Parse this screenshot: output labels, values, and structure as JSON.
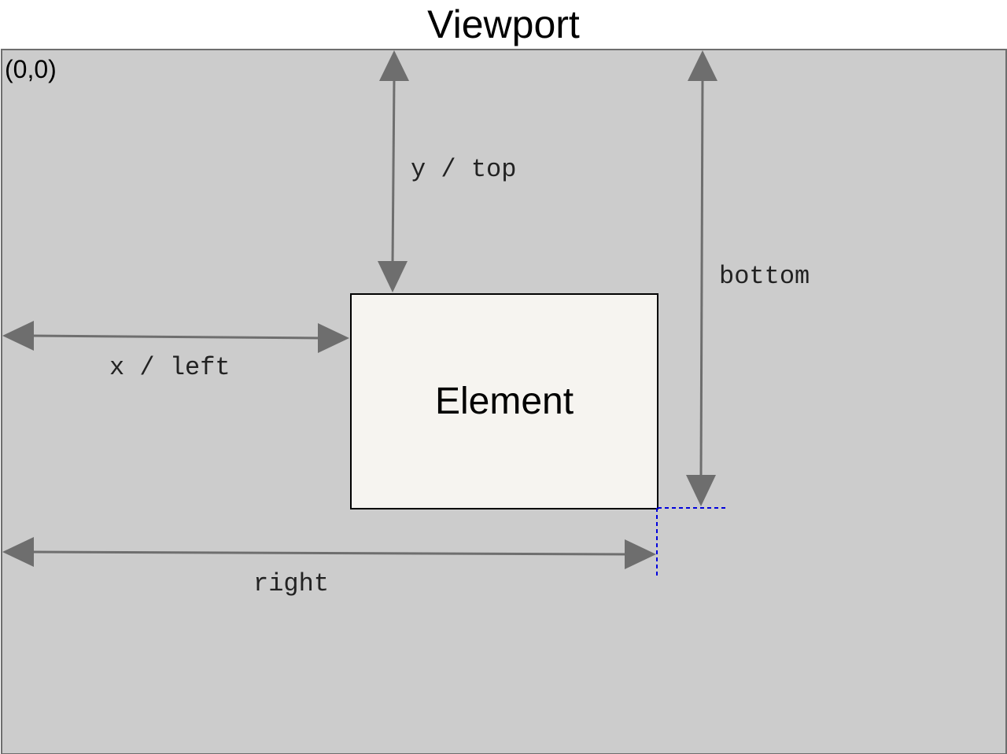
{
  "diagram": {
    "title": "Viewport",
    "origin_label": "(0,0)",
    "element_label": "Element",
    "measures": {
      "x_left": "x / left",
      "y_top": "y / top",
      "right": "right",
      "bottom": "bottom"
    },
    "colors": {
      "viewport_fill": "#cccccc",
      "viewport_border": "#6e6e6e",
      "element_fill": "#f6f4f0",
      "arrow": "#6e6e6e",
      "corner_guides": "#0000dd"
    }
  }
}
